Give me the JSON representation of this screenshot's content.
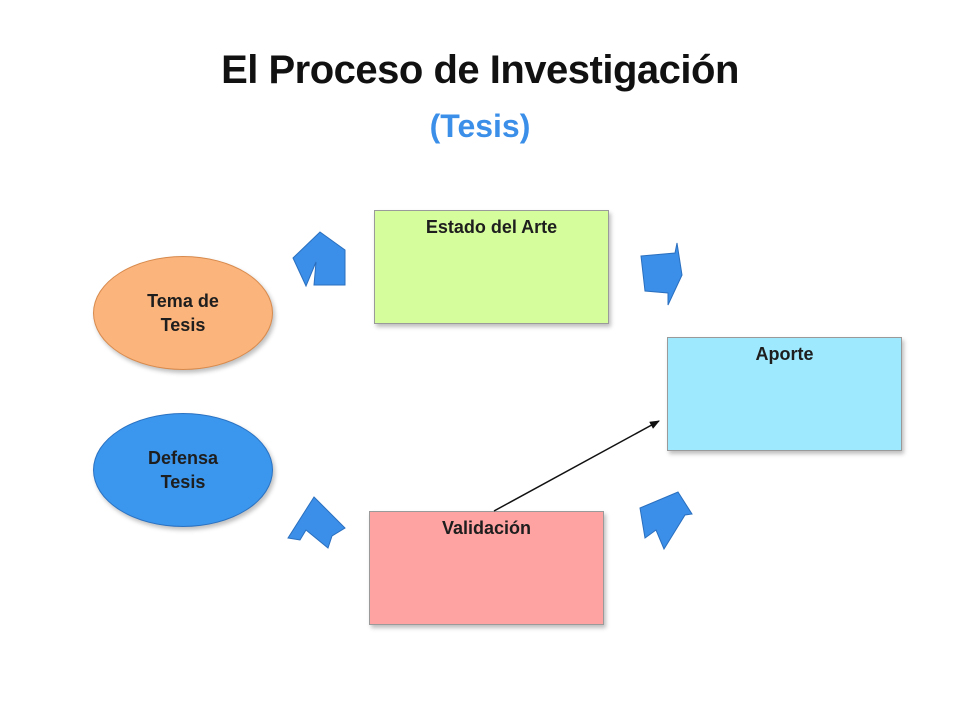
{
  "title": "El Proceso de Investigación",
  "subtitle": "(Tesis)",
  "nodes": {
    "tema": {
      "line1": "Tema de",
      "line2": "Tesis",
      "color": "#fbb47c"
    },
    "defensa": {
      "line1": "Defensa",
      "line2": "Tesis",
      "color": "#3b96ee"
    },
    "estado": {
      "label": "Estado del Arte",
      "color": "#d6fd9c"
    },
    "aporte": {
      "label": "Aporte",
      "color": "#9ee9fd"
    },
    "validacion": {
      "label": "Validación",
      "color": "#fea2a2"
    }
  },
  "arrow_color": "#3b8fe8"
}
